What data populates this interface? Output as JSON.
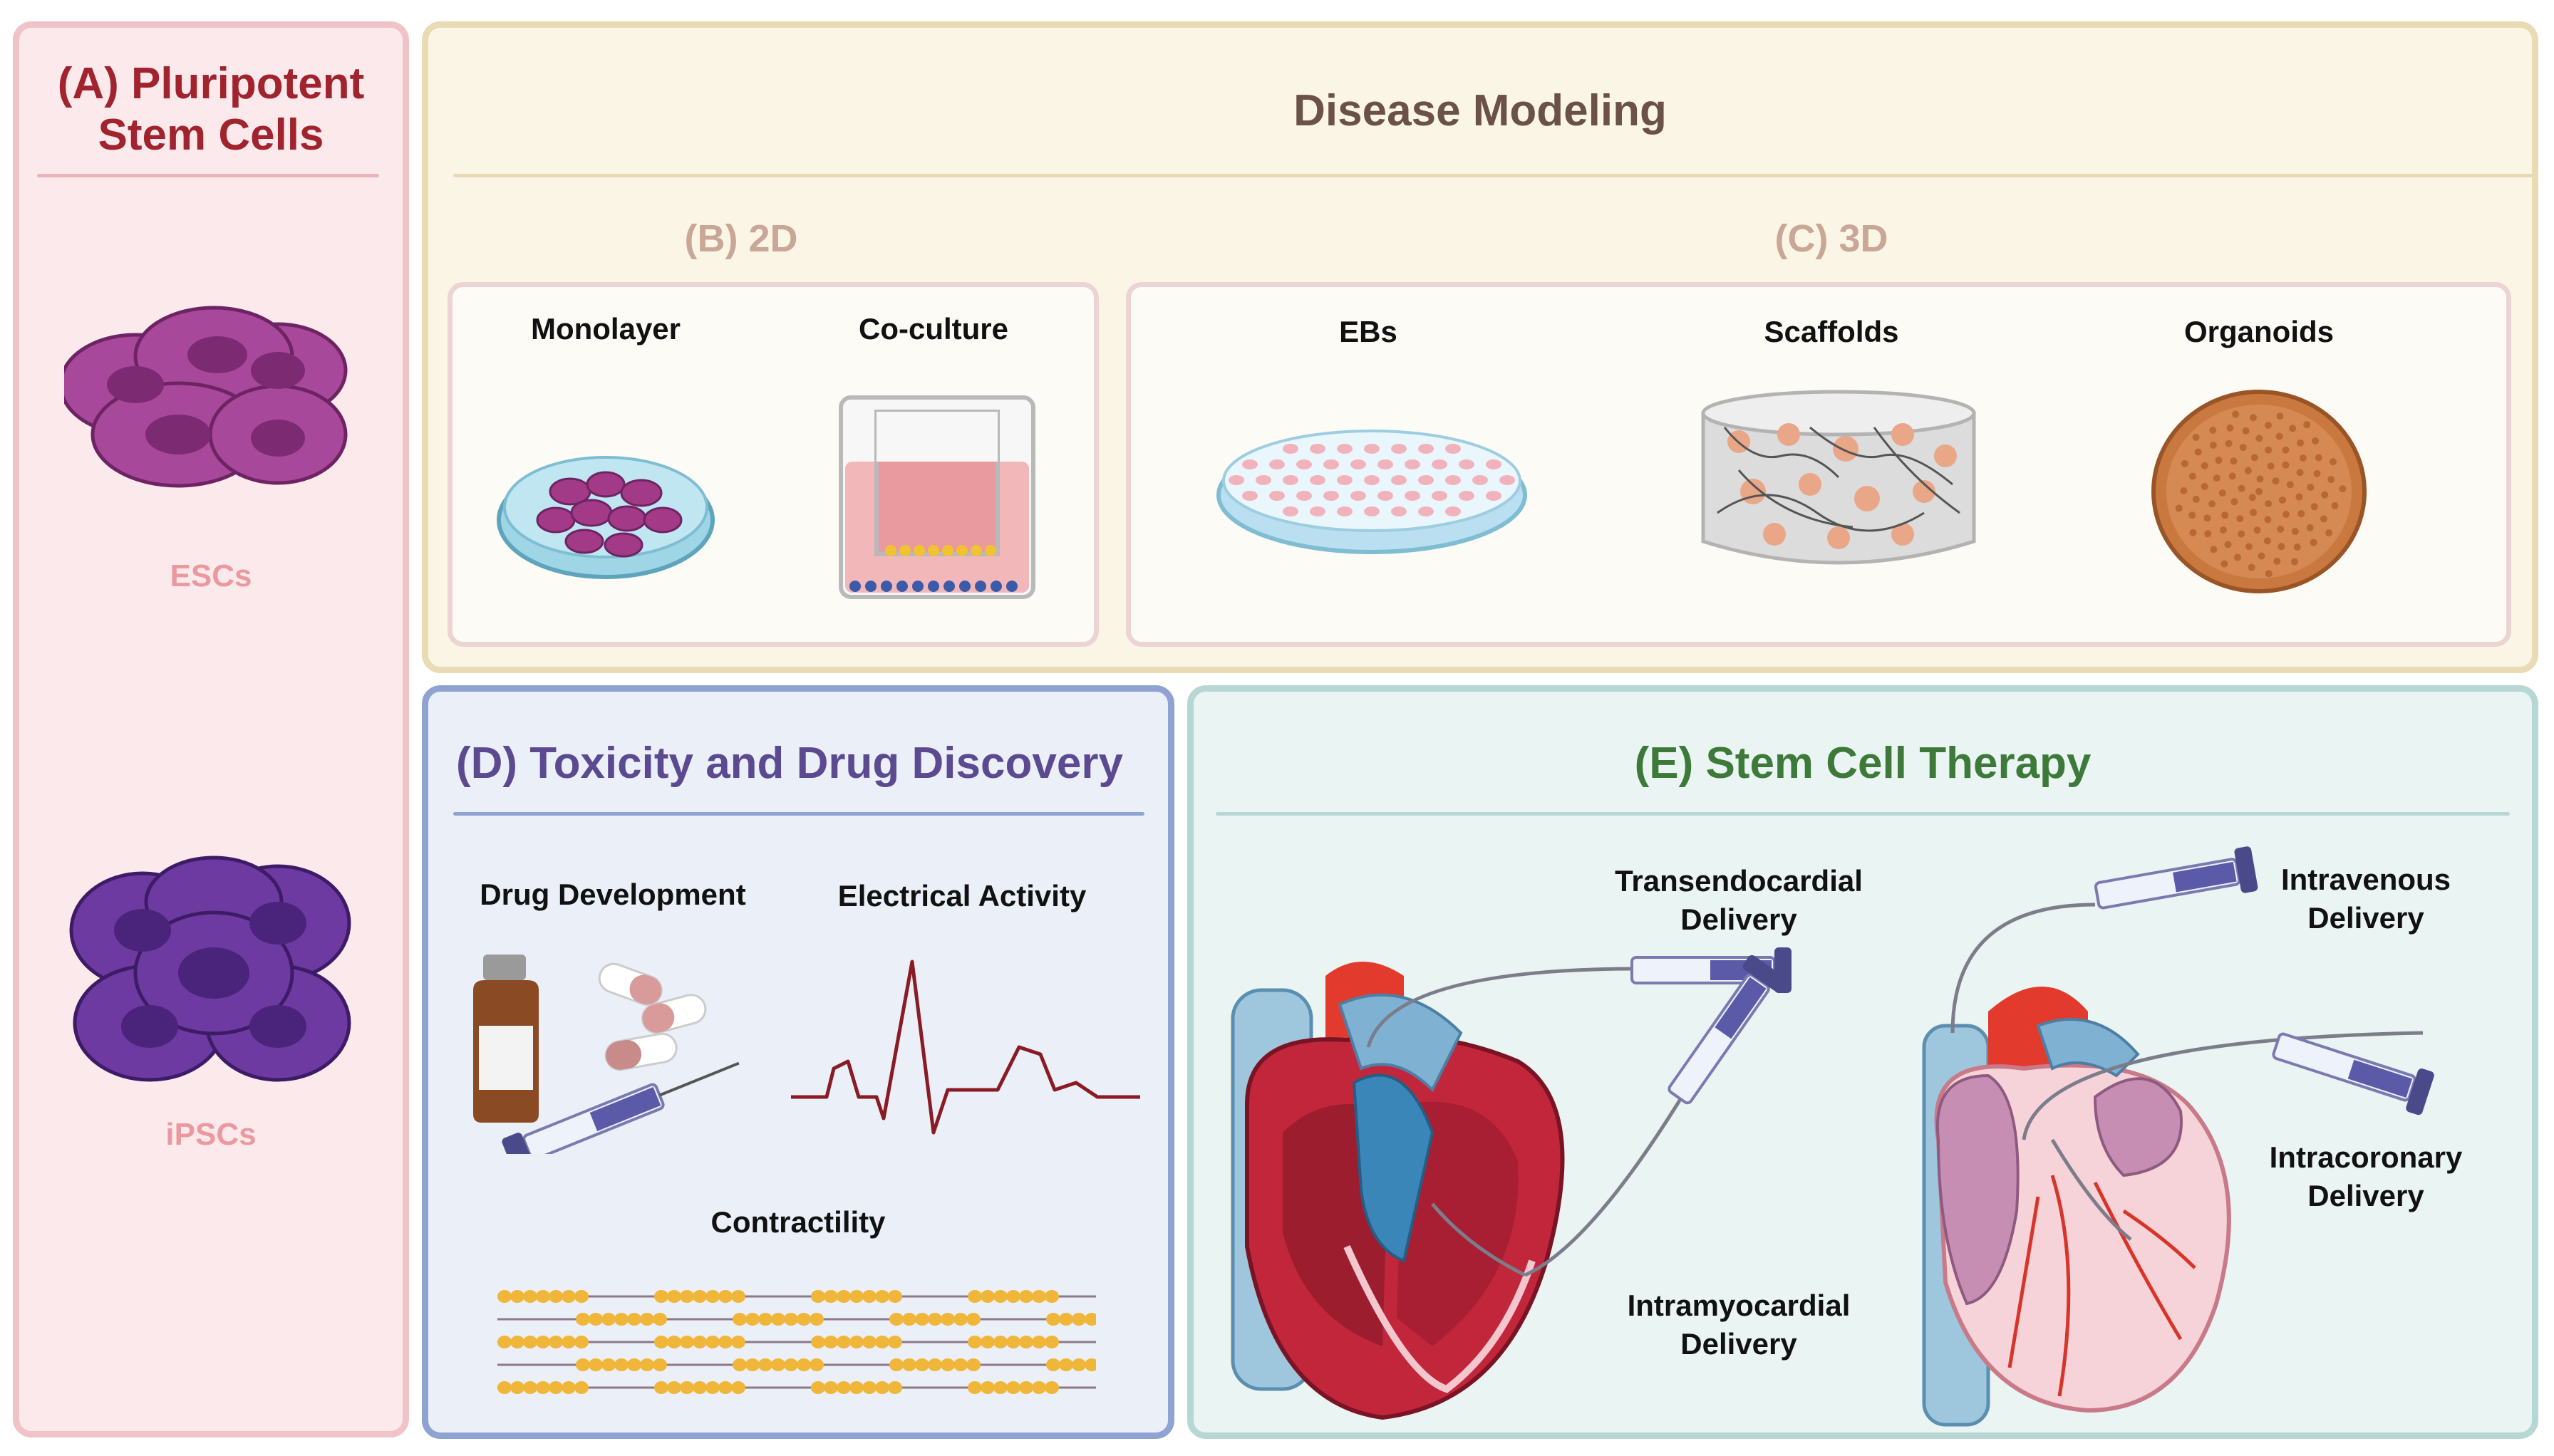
{
  "panel_a": {
    "title": "(A) Pluripotent Stem Cells",
    "cells": [
      {
        "label": "ESCs",
        "color": "#a8489a"
      },
      {
        "label": "iPSCs",
        "color": "#6c3aa0"
      }
    ]
  },
  "disease_modeling": {
    "title": "Disease Modeling",
    "section_2d": {
      "title": "(B) 2D",
      "items": [
        "Monolayer",
        "Co-culture"
      ]
    },
    "section_3d": {
      "title": "(C) 3D",
      "items": [
        "EBs",
        "Scaffolds",
        "Organoids"
      ]
    }
  },
  "panel_d": {
    "title": "(D) Toxicity and Drug Discovery",
    "items": [
      "Drug Development",
      "Electrical Activity",
      "Contractility"
    ]
  },
  "panel_e": {
    "title": "(E) Stem Cell Therapy",
    "routes": [
      {
        "line1": "Transendocardial",
        "line2": "Delivery"
      },
      {
        "line1": "Intramyocardial",
        "line2": "Delivery"
      },
      {
        "line1": "Intravenous",
        "line2": "Delivery"
      },
      {
        "line1": "Intracoronary",
        "line2": "Delivery"
      }
    ]
  },
  "colors": {
    "title_red": "#a0232e",
    "title_brown": "#6b5147",
    "title_purple": "#5c4a91",
    "title_green": "#3d7a3a"
  }
}
